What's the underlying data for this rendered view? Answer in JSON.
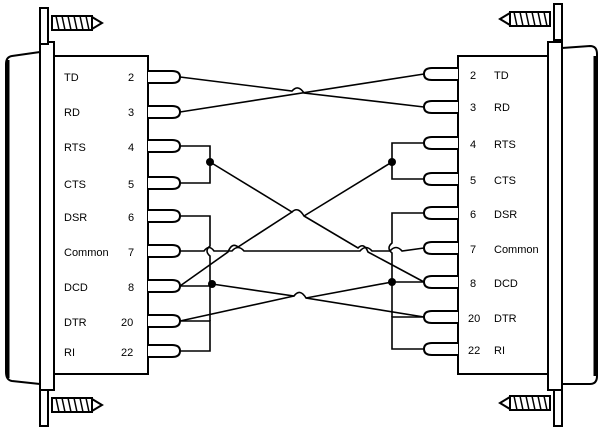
{
  "left_connector": {
    "pins": [
      {
        "signal": "TD",
        "pin": "2"
      },
      {
        "signal": "RD",
        "pin": "3"
      },
      {
        "signal": "RTS",
        "pin": "4"
      },
      {
        "signal": "CTS",
        "pin": "5"
      },
      {
        "signal": "DSR",
        "pin": "6"
      },
      {
        "signal": "Common",
        "pin": "7"
      },
      {
        "signal": "DCD",
        "pin": "8"
      },
      {
        "signal": "DTR",
        "pin": "20"
      },
      {
        "signal": "RI",
        "pin": "22"
      }
    ]
  },
  "right_connector": {
    "pins": [
      {
        "signal": "TD",
        "pin": "2"
      },
      {
        "signal": "RD",
        "pin": "3"
      },
      {
        "signal": "RTS",
        "pin": "4"
      },
      {
        "signal": "CTS",
        "pin": "5"
      },
      {
        "signal": "DSR",
        "pin": "6"
      },
      {
        "signal": "Common",
        "pin": "7"
      },
      {
        "signal": "DCD",
        "pin": "8"
      },
      {
        "signal": "DTR",
        "pin": "20"
      },
      {
        "signal": "RI",
        "pin": "22"
      }
    ]
  },
  "colors": {
    "ink": "#000000",
    "paper": "#ffffff"
  }
}
